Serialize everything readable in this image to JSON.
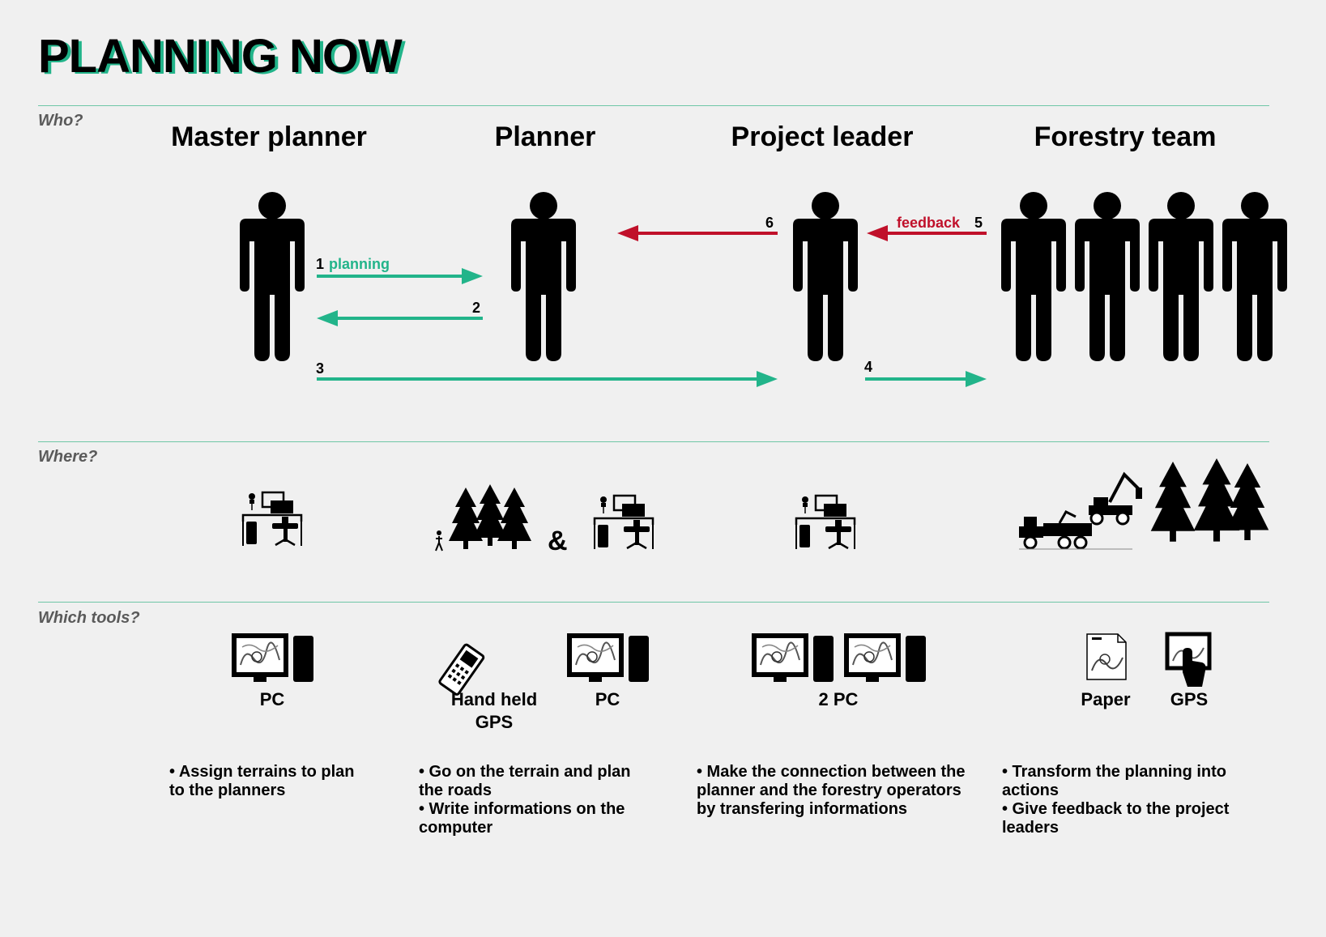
{
  "title": "PLANNING NOW",
  "colors": {
    "accent": "#22b48a",
    "feedback": "#c0102a",
    "rule": "#6fc6a6",
    "background": "#f0f0f0"
  },
  "sections": {
    "who": "Who?",
    "where": "Where?",
    "tools": "Which tools?"
  },
  "roles": [
    "Master planner",
    "Planner",
    "Project leader",
    "Forestry team"
  ],
  "arrows": {
    "a1_num": "1",
    "a1_text": "planning",
    "a2_num": "2",
    "a3_num": "3",
    "a4_num": "4",
    "a5_num": "5",
    "a5_text": "feedback",
    "a6_num": "6"
  },
  "where": {
    "ampersand": "&"
  },
  "tools": {
    "master": "PC",
    "planner_gps_line1": "Hand held",
    "planner_gps_line2": "GPS",
    "planner_pc": "PC",
    "leader": "2 PC",
    "team_paper": "Paper",
    "team_gps": "GPS"
  },
  "descriptions": {
    "master": [
      "• Assign terrains to plan",
      "to the planners"
    ],
    "planner": [
      "• Go on the terrain and plan",
      "the roads",
      "• Write informations on the",
      "computer"
    ],
    "leader": [
      "• Make the connection between the",
      "planner and the forestry operators",
      "by transfering informations"
    ],
    "team": [
      "• Transform the planning into",
      "actions",
      "• Give feedback to the project",
      "leaders"
    ]
  }
}
